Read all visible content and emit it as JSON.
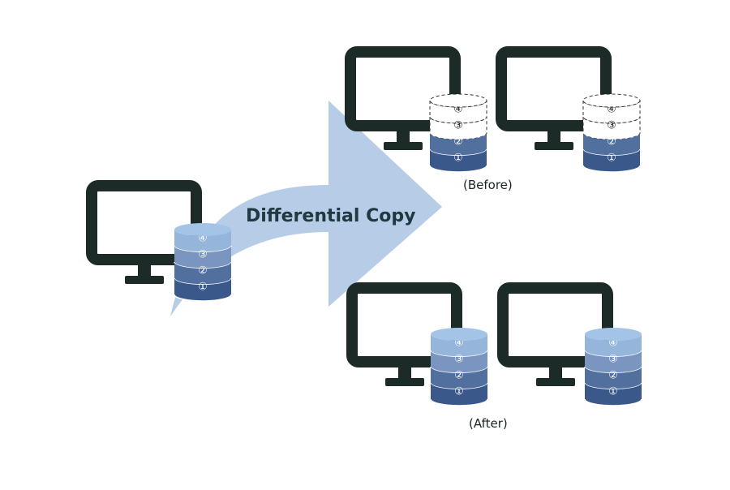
{
  "diagram": {
    "arrow_label": "Differential Copy",
    "before_label": "(Before)",
    "after_label": "(After)",
    "layer_labels": [
      "①",
      "②",
      "③",
      "④"
    ]
  },
  "colors": {
    "monitor": "#1c2b27",
    "arrow": "#b7cce6",
    "layer_1": "#3a5889",
    "layer_2": "#52709e",
    "layer_3": "#7a95c0",
    "layer_4": "#95b5db",
    "top_cap": "#a3c4e6",
    "empty_layer": "#ffffff",
    "dashed_outline": "#333333"
  },
  "computers": [
    {
      "id": "source",
      "filled_layers": 4
    },
    {
      "id": "before-1",
      "filled_layers": 2
    },
    {
      "id": "before-2",
      "filled_layers": 2
    },
    {
      "id": "after-1",
      "filled_layers": 4
    },
    {
      "id": "after-2",
      "filled_layers": 4
    }
  ]
}
